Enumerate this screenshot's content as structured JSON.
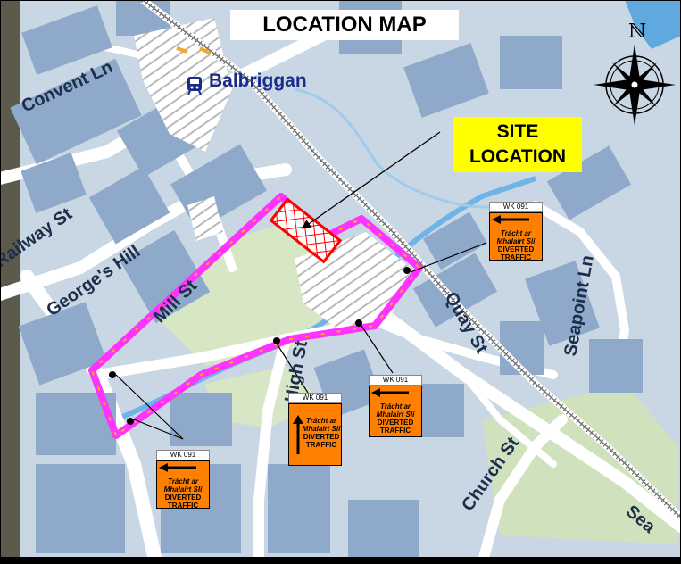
{
  "title": "LOCATION MAP",
  "site_label_line1": "SITE",
  "site_label_line2": "LOCATION",
  "station": "Balbriggan",
  "north_symbol": "ℕ",
  "streets": {
    "convent": "Convent Ln",
    "railway": "Railway St",
    "georges": "George's Hill",
    "mill": "Mill St",
    "high": "High St",
    "quay": "Quay St",
    "seapoint": "Seapoint Ln",
    "church": "Church St",
    "sea": "Sea"
  },
  "signs": [
    {
      "ref": "WK 091",
      "irish_1": "Trácht ar",
      "irish_2": "Mhalairt Slí",
      "eng_1": "DIVERTED",
      "eng_2": "TRAFFIC",
      "arrow": "left"
    },
    {
      "ref": "WK 091",
      "irish_1": "Trácht ar",
      "irish_2": "Mhalairt Slí",
      "eng_1": "DIVERTED",
      "eng_2": "TRAFFIC",
      "arrow": "up"
    },
    {
      "ref": "WK 091",
      "irish_1": "Trácht ar",
      "irish_2": "Mhalairt Slí",
      "eng_1": "DIVERTED",
      "eng_2": "TRAFFIC",
      "arrow": "left"
    },
    {
      "ref": "WK 091",
      "irish_1": "Trácht ar",
      "irish_2": "Mhalairt Slí",
      "eng_1": "DIVERTED",
      "eng_2": "TRAFFIC",
      "arrow": "left"
    }
  ],
  "colors": {
    "background": "#c9d6e3",
    "building": "#8ea9c9",
    "road": "#ffffff",
    "park": "#d7e6c4",
    "water": "#5fa9e0",
    "route": "#ff33ff",
    "site": "#ff0000",
    "sign": "#ff7f00",
    "label_bg": "#ffff00"
  }
}
